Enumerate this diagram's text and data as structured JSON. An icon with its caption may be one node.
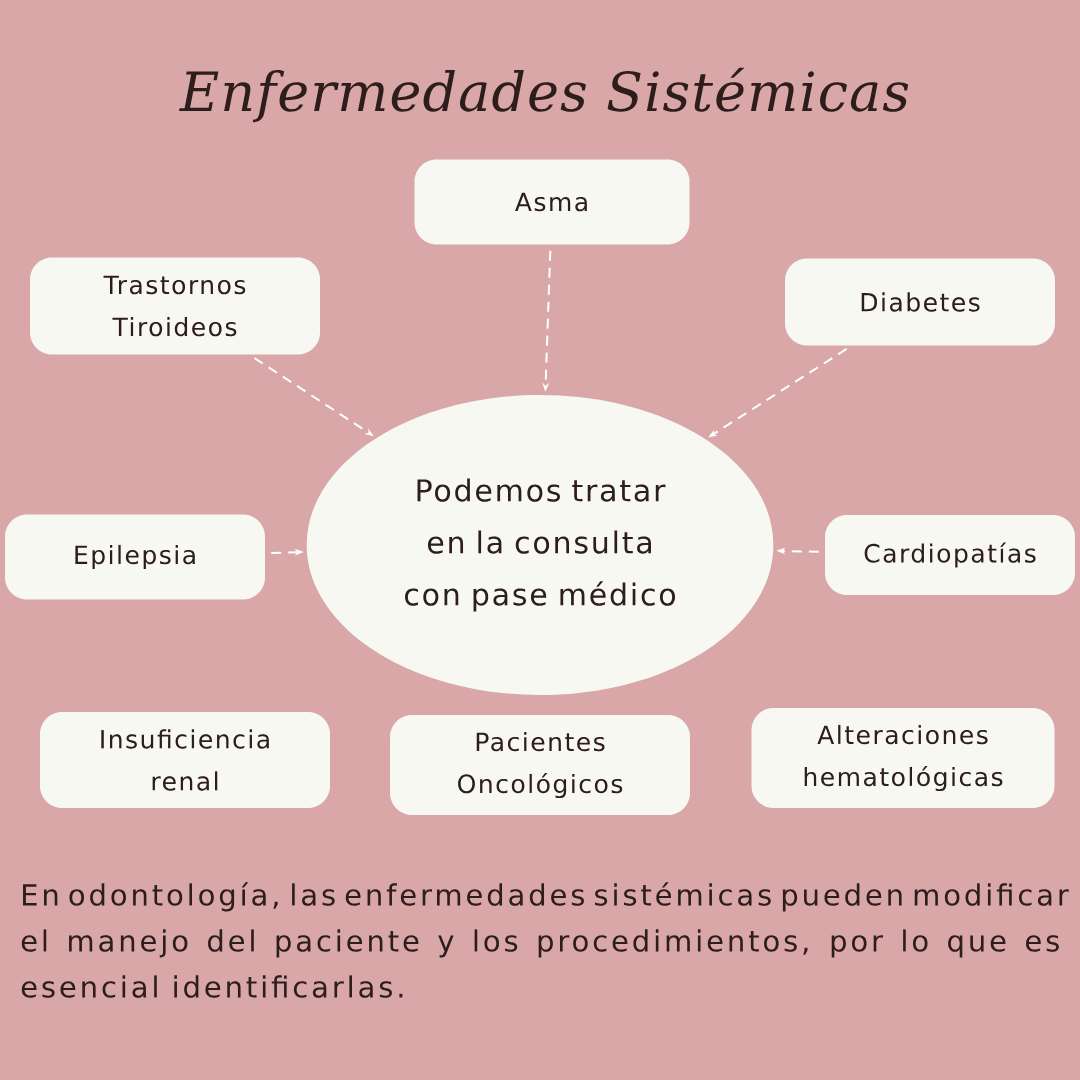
{
  "diagram": {
    "title": "Enfermedades Sistémicas",
    "caption": "En odontología, las enfermedades sistémicas pueden modificar el manejo del paciente y los procedimientos, por lo que es esencial identificarlas.",
    "nodes": [
      {
        "text": [
          "Asma"
        ]
      },
      {
        "text": [
          "Trastornos Tiroideos"
        ]
      },
      {
        "text": [
          "Diabetes"
        ]
      },
      {
        "text": [
          "Podemos tratar en la consulta con pase médico"
        ]
      },
      {
        "text": [
          "Epilepsia"
        ]
      },
      {
        "text": [
          "Cardiopatías"
        ]
      },
      {
        "text": [
          "Insuficiencia renal"
        ]
      },
      {
        "text": [
          "Pacientes Oncológicos"
        ]
      },
      {
        "text": [
          "Alteraciones hematológicas"
        ]
      }
    ],
    "edges": [
      {
        "from": 0,
        "to": 3,
        "arrow": "to",
        "style": "dashed"
      },
      {
        "from": 1,
        "to": 3,
        "arrow": "to",
        "style": "dashed"
      },
      {
        "from": 2,
        "to": 3,
        "arrow": "to",
        "style": "dashed"
      },
      {
        "from": 4,
        "to": 3,
        "arrow": "to",
        "style": "dashed"
      },
      {
        "from": 5,
        "to": 3,
        "arrow": "to",
        "style": "dashed"
      }
    ]
  }
}
